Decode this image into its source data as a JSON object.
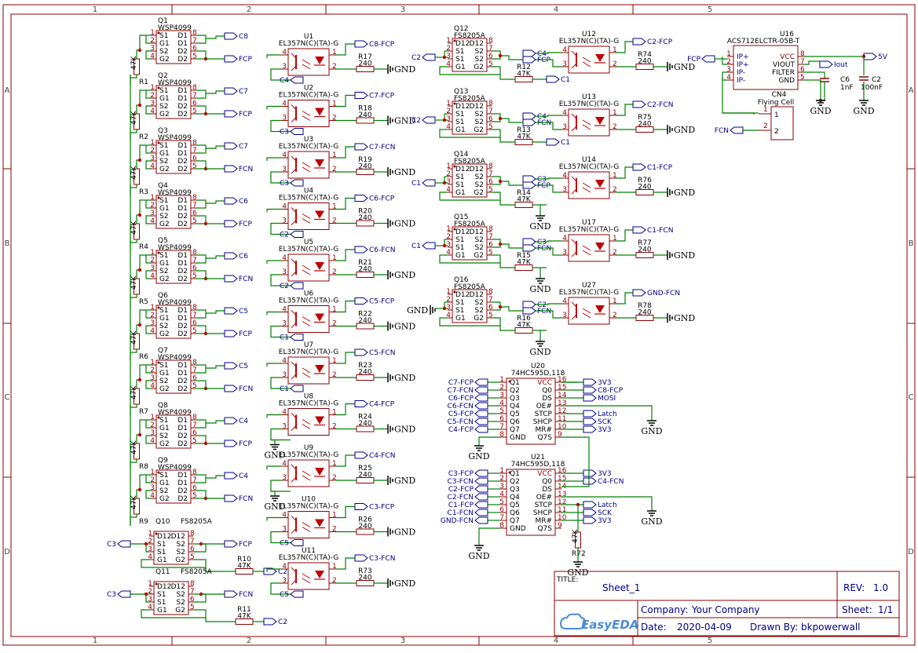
{
  "border": {
    "col_labels": [
      "1",
      "2",
      "3",
      "4",
      "5"
    ],
    "row_labels": [
      "A",
      "B",
      "C",
      "D"
    ]
  },
  "optos": [
    {
      "ref": "U1",
      "part": "EL357N(C)(TA)-G",
      "net_out": "C8-FCP",
      "net_in": "C4",
      "res": "R17",
      "val": "240",
      "gnd": "GND"
    },
    {
      "ref": "U2",
      "part": "EL357N(C)(TA)-G",
      "net_out": "C7-FCP",
      "net_in": "C3",
      "res": "R18",
      "val": "240",
      "gnd": "GND"
    },
    {
      "ref": "U3",
      "part": "EL357N(C)(TA)-G",
      "net_out": "C7-FCN",
      "net_in": "C3",
      "res": "R19",
      "val": "240",
      "gnd": "GND"
    },
    {
      "ref": "U4",
      "part": "EL357N(C)(TA)-G",
      "net_out": "C6-FCP",
      "net_in": "C2",
      "res": "R20",
      "val": "240",
      "gnd": "GND"
    },
    {
      "ref": "U5",
      "part": "EL357N(C)(TA)-G",
      "net_out": "C6-FCN",
      "net_in": "C2",
      "res": "R21",
      "val": "240",
      "gnd": "GND"
    },
    {
      "ref": "U6",
      "part": "EL357N(C)(TA)-G",
      "net_out": "C5-FCP",
      "net_in": "C1",
      "res": "R22",
      "val": "240",
      "gnd": "GND"
    },
    {
      "ref": "U7",
      "part": "EL357N(C)(TA)-G",
      "net_out": "C5-FCN",
      "net_in": "C1",
      "res": "R23",
      "val": "240",
      "gnd": "GND"
    },
    {
      "ref": "U8",
      "part": "EL357N(C)(TA)-G",
      "net_out": "C4-FCP",
      "net_in": "",
      "res": "R24",
      "val": "240",
      "gnd": "GND"
    },
    {
      "ref": "U9",
      "part": "EL357N(C)(TA)-G",
      "net_out": "C4-FCN",
      "net_in": "",
      "res": "R25",
      "val": "240",
      "gnd": "GND"
    },
    {
      "ref": "U10",
      "part": "EL357N(C)(TA)-G",
      "net_out": "C3-FCP",
      "net_in": "C5",
      "res": "R26",
      "val": "240",
      "gnd": "GND"
    },
    {
      "ref": "U11",
      "part": "EL357N(C)(TA)-G",
      "net_out": "C3-FCN",
      "net_in": "C5",
      "res": "R73",
      "val": "240",
      "gnd": "GND"
    }
  ],
  "mosfets": [
    {
      "ref": "Q1",
      "part": "WSP4099",
      "net": "C8",
      "net2": "FCP",
      "r": "R1",
      "rv": "47K"
    },
    {
      "ref": "Q2",
      "part": "WSP4099",
      "net": "C7",
      "net2": "FCP",
      "r": "R2",
      "rv": "47K"
    },
    {
      "ref": "Q3",
      "part": "WSP4099",
      "net": "C7",
      "net2": "FCN",
      "r": "R3",
      "rv": "47K"
    },
    {
      "ref": "Q4",
      "part": "WSP4099",
      "net": "C6",
      "net2": "FCP",
      "r": "R4",
      "rv": "47K"
    },
    {
      "ref": "Q5",
      "part": "WSP4099",
      "net": "C6",
      "net2": "FCN",
      "r": "R5",
      "rv": "47K"
    },
    {
      "ref": "Q6",
      "part": "WSP4099",
      "net": "C5",
      "net2": "FCP",
      "r": "R6",
      "rv": "47K"
    },
    {
      "ref": "Q7",
      "part": "WSP4099",
      "net": "C5",
      "net2": "FCN",
      "r": "R7",
      "rv": "47K"
    },
    {
      "ref": "Q8",
      "part": "WSP4099",
      "net": "C4",
      "net2": "FCP",
      "r": "R8",
      "rv": "47K"
    },
    {
      "ref": "Q9",
      "part": "WSP4099",
      "net": "C4",
      "net2": "FCN",
      "r": "R9",
      "rv": "47K"
    }
  ],
  "pin_names": {
    "q_left": [
      "S1",
      "G1",
      "S2",
      "G2"
    ],
    "q_right": [
      "D1",
      "D1",
      "D2",
      "D2"
    ],
    "fs_left": [
      "D12",
      "S1",
      "S1",
      "G1"
    ],
    "fs_right": [
      "D12",
      "S2",
      "S2",
      "G2"
    ],
    "left_nums": [
      "1",
      "2",
      "3",
      "4"
    ],
    "right_nums": [
      "8",
      "7",
      "6",
      "5"
    ],
    "opto_nums": [
      "4",
      "3",
      "1",
      "2"
    ]
  },
  "fs_bottom": [
    {
      "ref": "Q10",
      "part": "FS8205A",
      "in": "C3",
      "out": "FCP",
      "r": "R10",
      "rv": "47K",
      "rnet": "C2"
    },
    {
      "ref": "Q11",
      "part": "FS8205A",
      "in": "C3",
      "out": "FCN",
      "r": "R11",
      "rv": "47K",
      "rnet": "C2"
    }
  ],
  "fs_mid": [
    {
      "ref": "Q12",
      "part": "FS8205A",
      "in": "C2",
      "fnet": "C4",
      "fout": "FCP",
      "r": "R12",
      "rv": "47K",
      "rnet": "C1",
      "opto": "U12",
      "onet": "C2-FCP",
      "ores": "R74"
    },
    {
      "ref": "Q13",
      "part": "FS8205A",
      "in": "C2",
      "fnet": "C4",
      "fout": "FCN",
      "r": "R13",
      "rv": "47K",
      "rnet": "C1",
      "opto": "U13",
      "onet": "C2-FCN",
      "ores": "R75"
    },
    {
      "ref": "Q14",
      "part": "FS8205A",
      "in": "C1",
      "fnet": "C3",
      "fout": "FCP",
      "r": "R14",
      "rv": "47K",
      "rnet": "GND",
      "opto": "U14",
      "onet": "C1-FCP",
      "ores": "R76"
    },
    {
      "ref": "Q15",
      "part": "FS8205A",
      "in": "C1",
      "fnet": "C3",
      "fout": "FCN",
      "r": "R15",
      "rv": "47K",
      "rnet": "GND",
      "opto": "U17",
      "onet": "C1-FCN",
      "ores": "R77"
    },
    {
      "ref": "Q16",
      "part": "FS8205A",
      "in": "GND",
      "fnet": "C2",
      "fout": "FCN",
      "r": "R16",
      "rv": "47K",
      "rnet": "GND",
      "opto": "U27",
      "onet": "GND-FCN",
      "ores": "R78"
    }
  ],
  "opto_part": "EL357N(C)(TA)-G",
  "opto_res_val": "240",
  "gnd": "GND",
  "u16": {
    "ref": "U16",
    "part": "ACS712ELCTR-05B-T",
    "pins_l": [
      "IP+",
      "IP+",
      "IP-",
      "IP-"
    ],
    "pins_r": [
      "VCC",
      "VIOUT",
      "FILTER",
      "GND"
    ],
    "nums_l": [
      "1",
      "2",
      "3",
      "4"
    ],
    "nums_r": [
      "8",
      "7",
      "6",
      "5"
    ],
    "net_in": "FCP",
    "net_vcc": "5V",
    "net_iout": "Iout",
    "c6": "C6",
    "c6v": "1nF",
    "c2": "C2",
    "c2v": "100nF"
  },
  "cn4": {
    "ref": "CN4",
    "part": "Flying Cell",
    "pins": [
      "1",
      "2"
    ],
    "net": "FCN"
  },
  "u20": {
    "ref": "U20",
    "part": "74HC595D,118",
    "pins_l": [
      "Q1",
      "Q2",
      "Q3",
      "Q4",
      "Q5",
      "Q6",
      "Q7",
      "GND"
    ],
    "pins_r": [
      "VCC",
      "Q0",
      "DS",
      "OE#",
      "STCP",
      "SHCP",
      "MR#",
      "Q7S"
    ],
    "nums_l": [
      "1",
      "2",
      "3",
      "4",
      "5",
      "6",
      "7",
      "8"
    ],
    "nums_r": [
      "16",
      "15",
      "14",
      "13",
      "12",
      "11",
      "10",
      "9"
    ],
    "nets_l": [
      "C7-FCP",
      "C7-FCN",
      "C6-FCP",
      "C6-FCN",
      "C5-FCP",
      "C5-FCN",
      "C4-FCP"
    ],
    "nets_r": [
      "3V3",
      "C8-FCP",
      "MOSI",
      "",
      "Latch",
      "SCK",
      "3V3"
    ]
  },
  "u21": {
    "ref": "U21",
    "part": "74HC595D,118",
    "pins_l": [
      "Q1",
      "Q2",
      "Q3",
      "Q4",
      "Q5",
      "Q6",
      "Q7",
      "GND"
    ],
    "pins_r": [
      "VCC",
      "Q0",
      "DS",
      "OE#",
      "STCP",
      "SHCP",
      "MR#",
      "Q7S"
    ],
    "nums_l": [
      "1",
      "2",
      "3",
      "4",
      "5",
      "6",
      "7",
      "8"
    ],
    "nums_r": [
      "16",
      "15",
      "14",
      "13",
      "12",
      "11",
      "10",
      "9"
    ],
    "nets_l": [
      "C3-FCP",
      "C3-FCN",
      "C2-FCP",
      "C2-FCN",
      "C1-FCP",
      "C1-FCN",
      "GND-FCN"
    ],
    "nets_r": [
      "3V3",
      "C4-FCN",
      "",
      "",
      "Latch",
      "SCK",
      "3V3"
    ],
    "r72": "R72",
    "r72v": "47K"
  },
  "title_block": {
    "title_label": "TITLE:",
    "title": "Sheet_1",
    "rev_label": "REV:",
    "rev": "1.0",
    "company_label": "Company:",
    "company": "Your Company",
    "sheet_label": "Sheet:",
    "sheet": "1/1",
    "date_label": "Date:",
    "date": "2020-04-09",
    "drawn_label": "Drawn By:",
    "drawn": "bkpowerwall",
    "logo": "EasyEDA"
  },
  "colors": {
    "wire": "#008000",
    "part": "#8b0000",
    "net": "#00008b",
    "border": "#8b0000"
  }
}
